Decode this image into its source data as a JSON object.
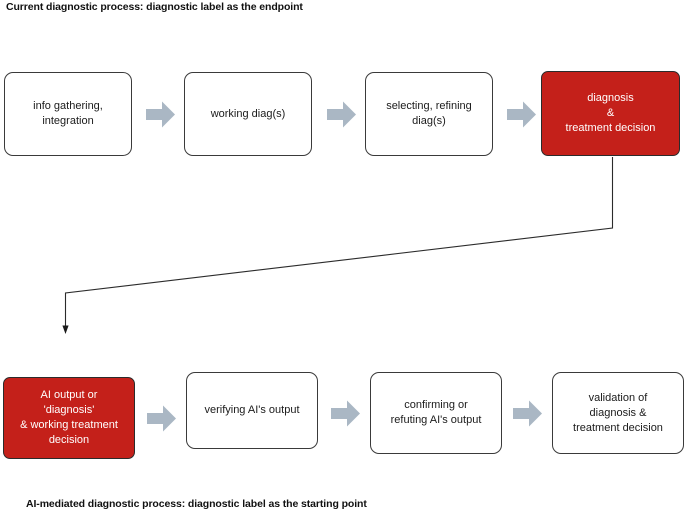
{
  "captions": {
    "top": "Current diagnostic process: diagnostic label as the endpoint",
    "bottom": "AI-mediated diagnostic process: diagnostic label as the starting point"
  },
  "colors": {
    "highlight_red": "#c4201a",
    "arrow_gray": "#aab7c4",
    "box_border": "#3a3a3a",
    "connector": "#2b2b2b",
    "text": "#1b1b1b",
    "highlight_text": "#ffffff"
  },
  "top_flow": {
    "nodes": [
      {
        "id": "info-gathering",
        "lines": [
          "info gathering,",
          "integration"
        ],
        "highlighted": false
      },
      {
        "id": "working-diag",
        "lines": [
          "working diag(s)"
        ],
        "highlighted": false
      },
      {
        "id": "selecting-refining",
        "lines": [
          "selecting, refining",
          "diag(s)"
        ],
        "highlighted": false
      },
      {
        "id": "diagnosis-treatment",
        "lines": [
          "diagnosis",
          "&",
          "treatment decision"
        ],
        "highlighted": true
      }
    ],
    "arrow_icons": [
      "right-arrow-icon",
      "right-arrow-icon",
      "right-arrow-icon"
    ]
  },
  "bottom_flow": {
    "nodes": [
      {
        "id": "ai-output",
        "lines": [
          "AI output or",
          "'diagnosis'",
          "& working treatment",
          "decision"
        ],
        "highlighted": true
      },
      {
        "id": "verifying",
        "lines": [
          "verifying AI's output"
        ],
        "highlighted": false
      },
      {
        "id": "confirming",
        "lines": [
          "confirming or",
          "refuting AI's output"
        ],
        "highlighted": false
      },
      {
        "id": "validation",
        "lines": [
          "validation of",
          "diagnosis &",
          "treatment decision"
        ],
        "highlighted": false
      }
    ],
    "arrow_icons": [
      "right-arrow-icon",
      "right-arrow-icon",
      "right-arrow-icon"
    ]
  },
  "connector": {
    "name": "endpoint-to-startpoint-connector",
    "description": "elbow line from bottom of 'diagnosis & treatment decision' down, diagonally left, then down with an arrowhead into the 'AI output or diagnosis' box"
  }
}
